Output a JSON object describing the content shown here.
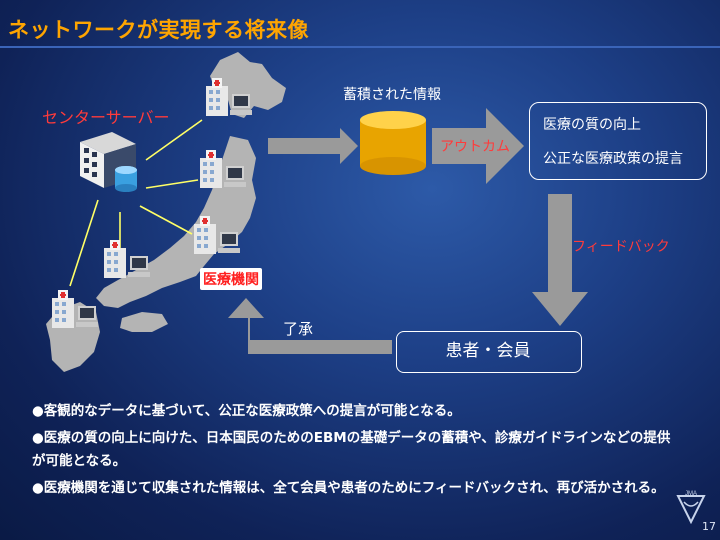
{
  "title": "ネットワークが実現する将来像",
  "labels": {
    "center_server": "センターサーバー",
    "medical_institution": "医療機関",
    "accumulated_info": "蓄積された情報",
    "outcome": "アウトカム",
    "feedback": "フィードバック",
    "acceptance": "了承",
    "patients_members": "患者・会員"
  },
  "outcomes": [
    "医療の質の向上",
    "公正な医療政策の提言"
  ],
  "bullets": [
    "●客観的なデータに基づいて、公正な医療政策への提言が可能となる。",
    "●医療の質の向上に向けた、日本国民のためのEBMの基礎データの蓄積や、診療ガイドラインなどの提供が可能となる。",
    "●医療機関を通じて収集された情報は、全て会員や患者のためにフィードバックされ、再び活かされる。"
  ],
  "page_number": "17",
  "logo_text": "JMA",
  "colors": {
    "title": "#ffa500",
    "red_label": "#ff3b3b",
    "arrow": "#9a9a9a",
    "map_land": "#b4b4b4",
    "link_line": "#ffff66"
  }
}
